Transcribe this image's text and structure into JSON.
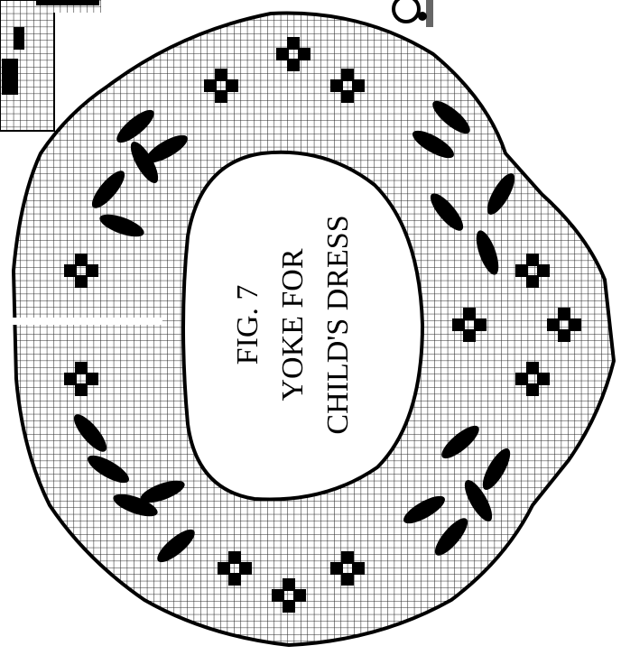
{
  "figure": {
    "caption_lines": [
      "FIG. 7",
      "YOKE FOR",
      "CHILD'S DRESS"
    ],
    "ink_color": "#000000",
    "paper_color": "#ffffff",
    "grid_color": "#2a2a2a"
  },
  "motifs": {
    "flower": "filet-flower-motif",
    "leaf": "filet-leaf-motif"
  }
}
